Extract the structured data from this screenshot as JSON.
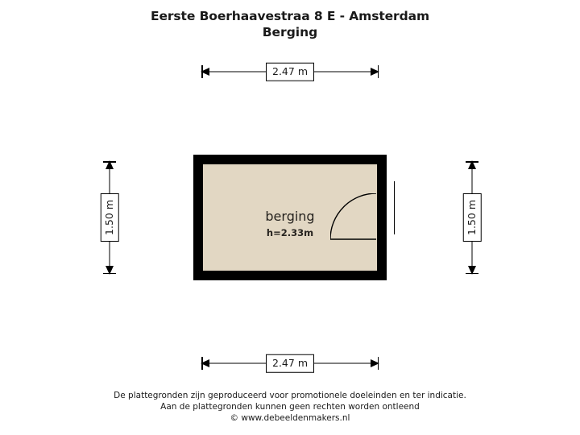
{
  "title": {
    "line1": "Eerste Boerhaavestraa 8 E - Amsterdam",
    "line2": "Berging"
  },
  "plan": {
    "room_label": "berging",
    "room_height": "h=2.33m"
  },
  "dimensions": {
    "top": "2.47 m",
    "bottom": "2.47 m",
    "left": "1.50 m",
    "right": "1.50 m"
  },
  "footer": {
    "line1": "De plattegronden zijn geproduceerd voor promotionele doeleinden en ter indicatie.",
    "line2": "Aan de plattegronden kunnen geen rechten worden ontleend",
    "line3": "© www.debeeldenmakers.nl"
  }
}
